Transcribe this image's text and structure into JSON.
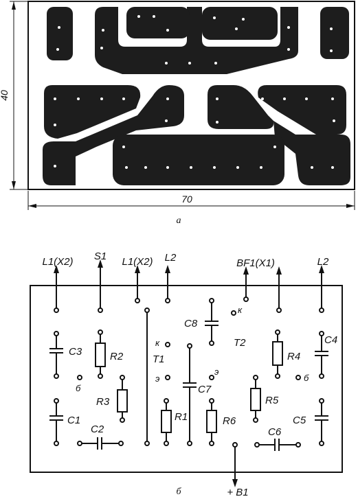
{
  "figure_a": {
    "dim_width": "70",
    "dim_height": "40",
    "caption": "а"
  },
  "figure_b": {
    "caption": "б",
    "terminals": {
      "L1_X2_left": "L1(X2)",
      "S1": "S1",
      "L1_X2_mid": "L1(X2)",
      "L2_mid": "L2",
      "BF1_X1": "BF1(X1)",
      "L2_right": "L2",
      "B1": "+ B1"
    },
    "components": {
      "C1": "C1",
      "C2": "C2",
      "C3": "C3",
      "C4": "C4",
      "C5": "C5",
      "C6": "C6",
      "C7": "C7",
      "C8": "C8",
      "R1": "R1",
      "R2": "R2",
      "R3": "R3",
      "R4": "R4",
      "R5": "R5",
      "R6": "R6",
      "T1": "T1",
      "T2": "T2"
    },
    "pins": {
      "k1": "к",
      "e1": "э",
      "b1": "б",
      "k2": "к",
      "e2": "э",
      "b2": "б"
    }
  }
}
